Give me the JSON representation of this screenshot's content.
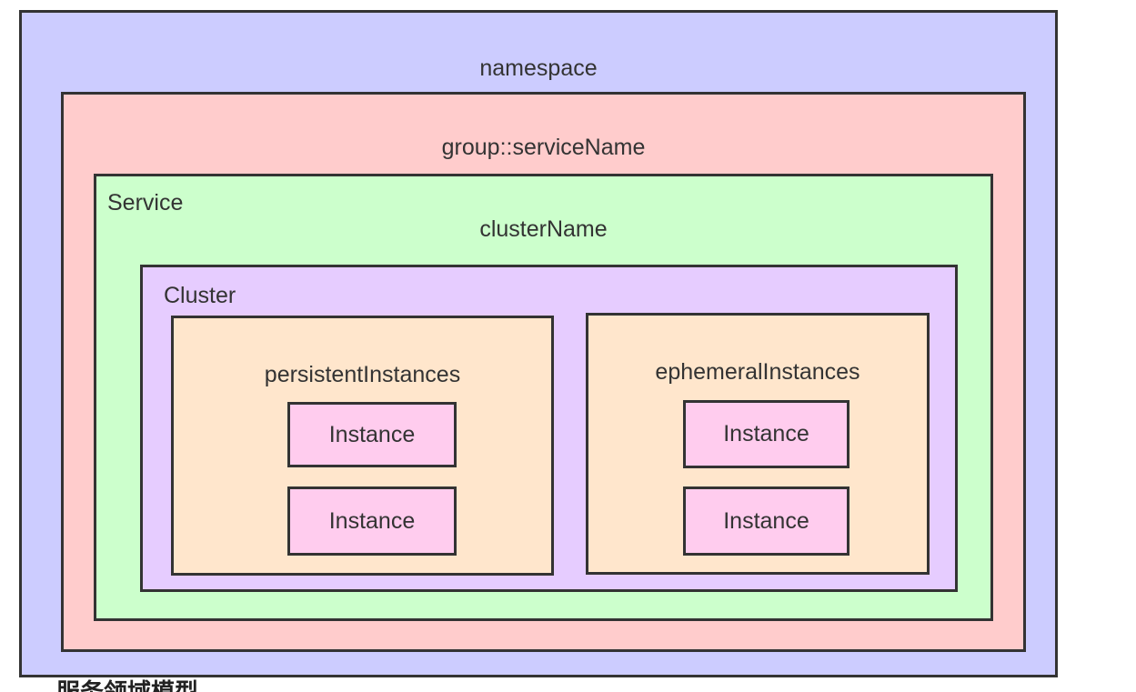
{
  "colors": {
    "namespace": "#ccccff",
    "group": "#ffcccc",
    "service": "#ccffcc",
    "cluster": "#e6ccff",
    "instances_container": "#ffe6cc",
    "instance": "#ffccee",
    "border": "#333333"
  },
  "namespace": {
    "label": "namespace"
  },
  "group": {
    "label": "group::serviceName"
  },
  "service": {
    "label": "Service",
    "cluster_name_label": "clusterName"
  },
  "cluster": {
    "label": "Cluster",
    "persistent": {
      "label": "persistentInstances",
      "instances": [
        "Instance",
        "Instance"
      ]
    },
    "ephemeral": {
      "label": "ephemeralInstances",
      "instances": [
        "Instance",
        "Instance"
      ]
    }
  },
  "caption": "服务领域模型"
}
